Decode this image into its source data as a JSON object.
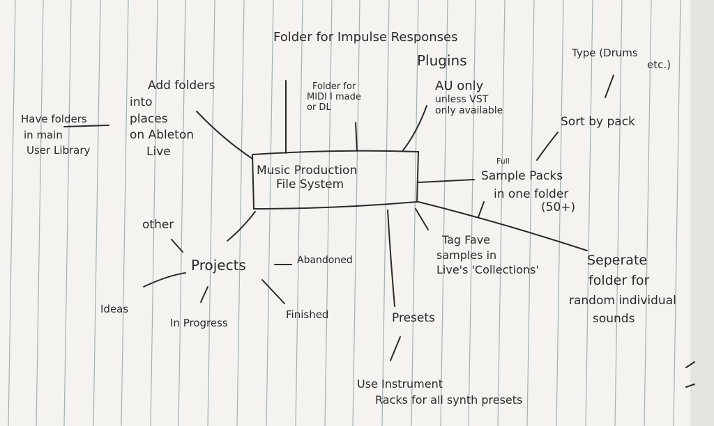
{
  "center_node": {
    "line1": "Music Production",
    "line2": "File System"
  },
  "branches": {
    "impulse_responses": "Folder for Impulse Responses",
    "midi": {
      "line1": "Folder for",
      "line2": "MIDI I made",
      "line3": "or DL"
    },
    "plugins": {
      "title": "Plugins",
      "line1": "AU only",
      "line2": "unless VST",
      "line3": "only available"
    },
    "type": {
      "line1": "Type (Drums",
      "line2": "etc.)"
    },
    "sort_by_pack": "Sort by pack",
    "sample_packs": {
      "label_small": "Full",
      "line1": "Sample Packs",
      "line2": "in one folder",
      "line3": "(50+)"
    },
    "add_folders": {
      "line1": "Add folders",
      "line2": "into",
      "line3": "places",
      "line4": "on Ableton",
      "line5": "Live"
    },
    "have_folders": {
      "line1": "Have folders",
      "line2": "in main",
      "line3": "User Library"
    },
    "other": "other",
    "projects": "Projects",
    "abandoned": "Abandoned",
    "ideas": "Ideas",
    "in_progress": "In Progress",
    "finished": "Finished",
    "presets": "Presets",
    "use_instrument_racks": {
      "line1": "Use Instrument",
      "line2": "Racks for all synth presets"
    },
    "tag_fave": {
      "line1": "Tag Fave",
      "line2": "samples in",
      "line3": "Live's 'Collections'"
    },
    "separate_folder": {
      "line1": "Seperate",
      "line2": "folder for",
      "line3": "random individual",
      "line4": "sounds"
    }
  },
  "colors": {
    "ink": "#2a2a2a",
    "rule": "#9aa0a6",
    "paper": "#f4f3f0"
  }
}
